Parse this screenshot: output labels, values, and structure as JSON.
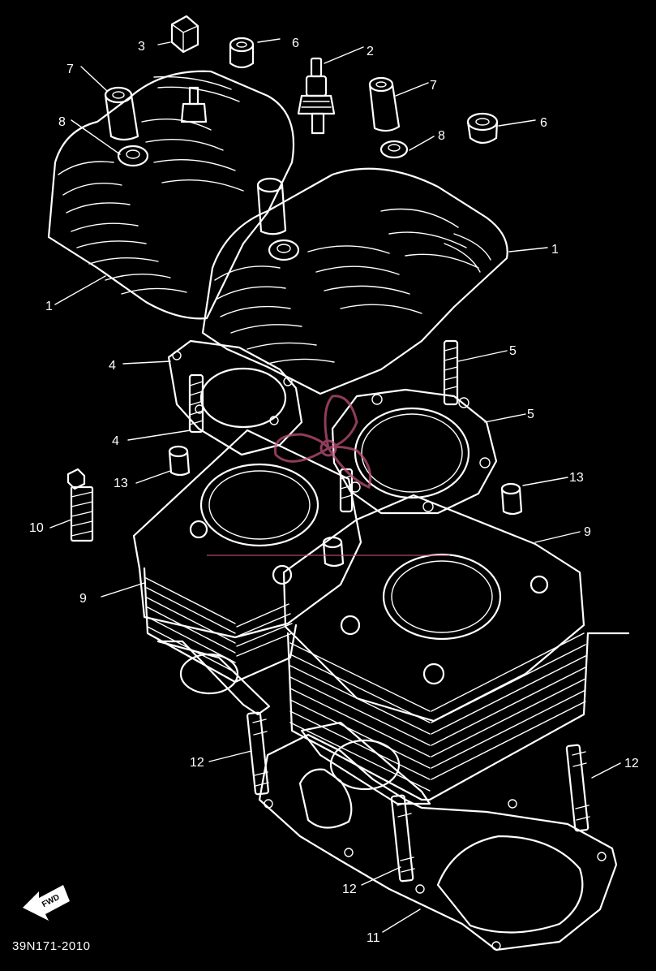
{
  "diagram": {
    "part_code": "39N171-2010",
    "fwd_label": "FWD",
    "callouts": [
      {
        "id": "c-3",
        "label": "3"
      },
      {
        "id": "c-6a",
        "label": "6"
      },
      {
        "id": "c-2",
        "label": "2"
      },
      {
        "id": "c-7a",
        "label": "7"
      },
      {
        "id": "c-7b",
        "label": "7"
      },
      {
        "id": "c-8a",
        "label": "8"
      },
      {
        "id": "c-8b",
        "label": "8"
      },
      {
        "id": "c-6b",
        "label": "6"
      },
      {
        "id": "c-1a",
        "label": "1"
      },
      {
        "id": "c-1b",
        "label": "1"
      },
      {
        "id": "c-4a",
        "label": "4"
      },
      {
        "id": "c-5a",
        "label": "5"
      },
      {
        "id": "c-4b",
        "label": "4"
      },
      {
        "id": "c-5b",
        "label": "5"
      },
      {
        "id": "c-13a",
        "label": "13"
      },
      {
        "id": "c-13b",
        "label": "13"
      },
      {
        "id": "c-10",
        "label": "10"
      },
      {
        "id": "c-9a",
        "label": "9"
      },
      {
        "id": "c-9b",
        "label": "9"
      },
      {
        "id": "c-12a",
        "label": "12"
      },
      {
        "id": "c-12b",
        "label": "12"
      },
      {
        "id": "c-12c",
        "label": "12"
      },
      {
        "id": "c-11",
        "label": "11"
      }
    ]
  },
  "colors": {
    "background": "#000000",
    "line": "#ffffff",
    "watermark": "#c0507a"
  }
}
